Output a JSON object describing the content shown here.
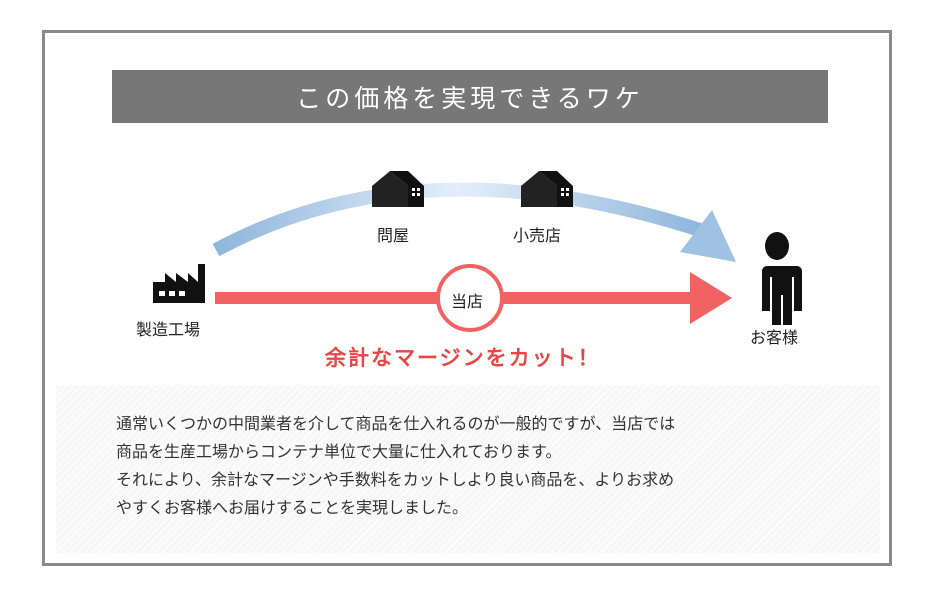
{
  "title": "この価格を実現できるワケ",
  "nodes": {
    "factory": "製造工場",
    "wholesaler": "問屋",
    "retailer": "小売店",
    "our_store": "当店",
    "customer": "お客様"
  },
  "cut_message": "余計なマージンをカット！",
  "description": [
    "通常いくつかの中間業者を介して商品を仕入れるのが一般的ですが、当店では",
    "商品を生産工場からコンテナ単位で大量に仕入れております。",
    "それにより、余計なマージンや手数料をカットしより良い商品を、よりお求め",
    "やすくお客様へお届けすることを実現しました。"
  ],
  "colors": {
    "red": "#f26262",
    "blue": "#a9c8e6",
    "banner": "#777777"
  }
}
